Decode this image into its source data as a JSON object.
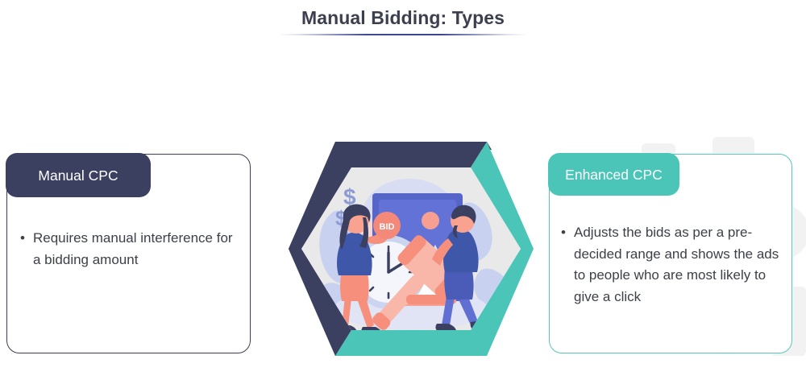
{
  "page": {
    "title": "Manual Bidding: Types",
    "background_color": "#ffffff",
    "title_color": "#3c3f4e",
    "title_underline_color": "#3f4a93"
  },
  "cards": [
    {
      "id": "manual-cpc",
      "header_label": "Manual CPC",
      "header_color": "#3b4060",
      "border_color": "#3b3f55",
      "bullet_marker": "•",
      "bullets": [
        "Requires manual interference for a bidding amount"
      ]
    },
    {
      "id": "enhanced-cpc",
      "header_label": "Enhanced CPC",
      "header_color": "#4ac5b7",
      "border_color": "#58c6bb",
      "bullet_marker": "•",
      "bullets": [
        "Adjusts the bids as per a pre-decided range and shows the ads to people who are most likely to give a click"
      ]
    }
  ],
  "center_graphic": {
    "name": "bidding-auction-illustration",
    "shape": "hexagon",
    "ring_color_left": "#3b4060",
    "ring_color_right": "#4ac5b7",
    "inner_background": "#e9e9ea",
    "badge_label": "BID",
    "badge_color": "#f4897a",
    "currency_symbol": "$",
    "currency_count": 3,
    "elements": [
      "gavel",
      "clock",
      "framed-mountain-picture",
      "woman-bidder",
      "man-bidder",
      "dollar-signs",
      "bid-badge"
    ]
  }
}
